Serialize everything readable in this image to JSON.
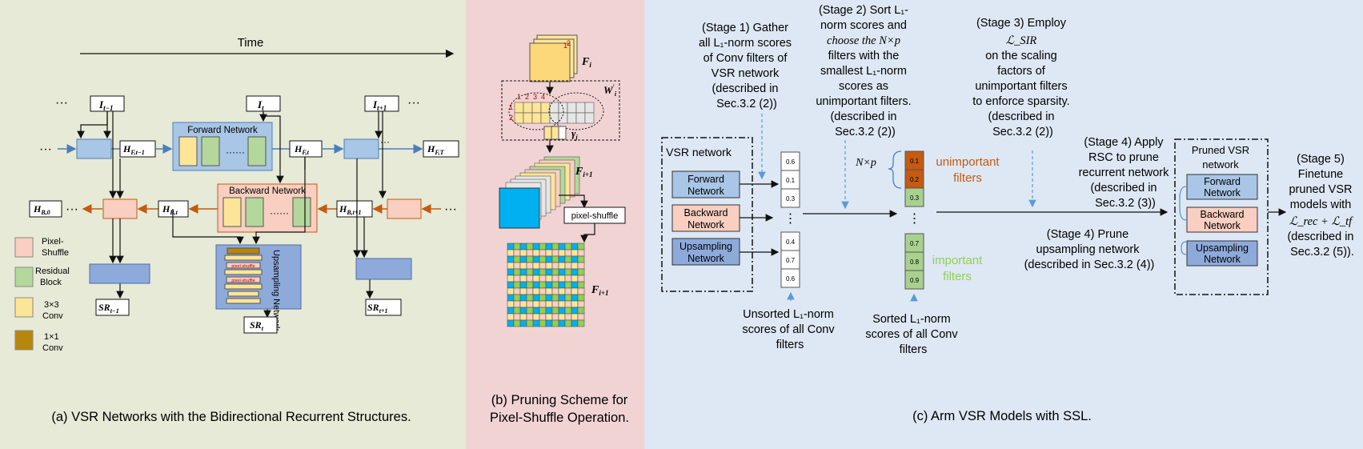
{
  "panel_a": {
    "time_label": "Time",
    "dots": "···",
    "dots6": "······",
    "nodes": {
      "i_prev": "I",
      "i_prev_sub": "t−1",
      "i_cur": "I",
      "i_cur_sub": "t",
      "i_next": "I",
      "i_next_sub": "t+1",
      "hf_prev": "H",
      "hf_prev_sub": "F,t−1",
      "hf_cur": "H",
      "hf_cur_sub": "F,t",
      "hf_T": "H",
      "hf_T_sub": "F,T",
      "hb_0": "H",
      "hb_0_sub": "B,0",
      "hb_cur": "H",
      "hb_cur_sub": "B,t",
      "hb_next": "H",
      "hb_next_sub": "B,t+1",
      "sr_prev": "SR",
      "sr_prev_sub": "t−1",
      "sr_cur": "SR",
      "sr_cur_sub": "t",
      "sr_next": "SR",
      "sr_next_sub": "t+1"
    },
    "forward_network": "Forward Network",
    "backward_network": "Backward Network",
    "upsampling_network": "Upsampling Network",
    "pixel_shuffle_small": "pixel-shuffle",
    "legend": [
      {
        "label_1": "Pixel-",
        "label_2": "Shuffle",
        "color": "#f8cfc1"
      },
      {
        "label_1": "Residual",
        "label_2": "Block",
        "color": "#b4d79c"
      },
      {
        "label_1": "3×3",
        "label_2": "Conv",
        "color": "#fde598"
      },
      {
        "label_1": "1×1",
        "label_2": "Conv",
        "color": "#b8860b"
      }
    ],
    "caption": "(a) VSR Networks with the Bidirectional Recurrent Structures."
  },
  "panel_b": {
    "f_i": "F",
    "f_i_sub": "i",
    "w_i": "W",
    "w_i_sub": "i",
    "w_i_sup": "′",
    "gamma": "γ",
    "gamma_sub": "j",
    "f_i1": "F",
    "f_i1_sub": "i+1",
    "f_i1_out": "F",
    "f_i1_out_sub": "i+1",
    "pixel_shuffle": "pixel-shuffle",
    "corner_1": "1",
    "corner_2": "2",
    "idx_1": "1",
    "idx_2": "2",
    "idx_3": "3",
    "idx_4": "4",
    "caption_1": "(b) Pruning Scheme for",
    "caption_2": "Pixel-Shuffle Operation."
  },
  "panel_c": {
    "stage1": [
      "(Stage 1) Gather",
      "all L₁-norm scores",
      "of Conv filters of",
      "VSR network",
      "(described in",
      "Sec.3.2 (2))"
    ],
    "stage2": [
      "(Stage 2) Sort L₁-",
      "norm scores and",
      "choose the N×p",
      "filters with the",
      "smallest L₁-norm",
      "scores as",
      "unimportant filters.",
      "(described in",
      "Sec.3.2 (2))"
    ],
    "stage3": [
      "(Stage 3) Employ",
      "ℒ_SIR",
      "on the scaling",
      "factors of",
      "unimportant filters",
      "to enforce sparsity.",
      "(described in",
      "Sec.3.2 (2))"
    ],
    "stage4a": [
      "(Stage 4)  Apply",
      "RSC to prune",
      "recurrent network",
      "(described in",
      "Sec.3.2 (3))"
    ],
    "stage4b": [
      "(Stage 4) Prune",
      "upsampling network",
      "(described in Sec.3.2 (4))"
    ],
    "stage5": [
      "(Stage 5)",
      "Finetune",
      "pruned VSR",
      "models with",
      "ℒ_rec + ℒ_tf",
      "(described in",
      "Sec.3.2 (5))."
    ],
    "vsr_network": "VSR network",
    "pruned_vsr": [
      "Pruned VSR",
      "network"
    ],
    "forward": [
      "Forward",
      "Network"
    ],
    "backward": [
      "Backward",
      "Network"
    ],
    "upsampling": [
      "Upsampling",
      "Network"
    ],
    "unsorted_scores": [
      "0.6",
      "0.1",
      "0.3",
      "0.4",
      "0.7",
      "0.6"
    ],
    "sorted_scores": [
      "0.1",
      "0.2",
      "0.3",
      "0.7",
      "0.8",
      "0.9"
    ],
    "nxp": "N×p",
    "unimportant": [
      "unimportant",
      "filters"
    ],
    "important": [
      "important",
      "filters"
    ],
    "unsorted_label": [
      "Unsorted L₁-norm",
      "scores of all Conv",
      "filters"
    ],
    "sorted_label": [
      "Sorted L₁-norm",
      "scores of all Conv",
      "filters"
    ],
    "vdots": "⋮",
    "caption": "(c) Arm VSR Models with SSL."
  },
  "colors": {
    "panel_a_bg": "#e6ead6",
    "panel_b_bg": "#f1d3d3",
    "panel_c_bg": "#dde8f4",
    "blue_box": "#a9c6e6",
    "peach": "#f8cfc1",
    "green": "#b4d79c",
    "yellow": "#fde598",
    "brown": "#b8860b",
    "arrow_blue": "#4a7ebb",
    "arrow_orange": "#c55a11",
    "unimportant_text": "#c55a11",
    "important_text": "#92d050",
    "dashed_blue": "#5b9bd5"
  }
}
